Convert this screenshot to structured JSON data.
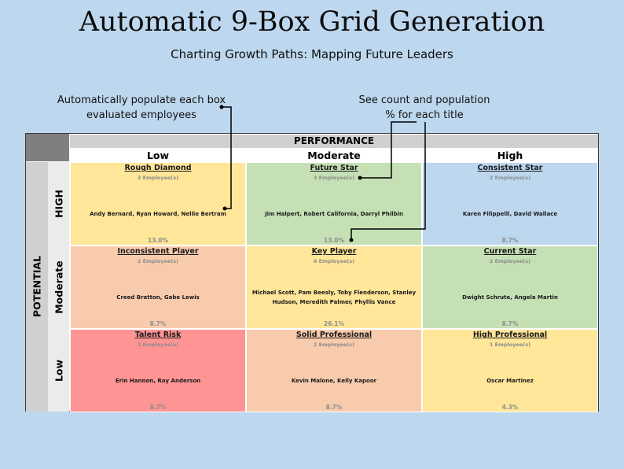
{
  "header": {
    "title": "Automatic 9-Box Grid Generation",
    "subtitle": "Charting Growth Paths: Mapping Future Leaders"
  },
  "callouts": {
    "left_line1": "Automatically populate each box",
    "left_line2": "evaluated employees",
    "right_line1": "See count and population",
    "right_line2": "% for each title"
  },
  "grid": {
    "performance_label": "PERFORMANCE",
    "potential_label": "POTENTIAL",
    "columns": [
      "Low",
      "Moderate",
      "High"
    ],
    "rows": [
      "HIGH",
      "Moderate",
      "Low"
    ],
    "cells": [
      {
        "title": "Rough Diamond",
        "count": "3 Employee(s)",
        "names": "Andy Bernard, Ryan Howard, Nellie Bertram",
        "pct": "13.0%",
        "color": "#ffe699"
      },
      {
        "title": "Future Star",
        "count": "3 Employee(s)",
        "names": "Jim Halpert, Robert California, Darryl Philbin",
        "pct": "13.0%",
        "color": "#c5e0b4"
      },
      {
        "title": "Consistent Star",
        "count": "2 Employee(s)",
        "names": "Karen Filippelli, David Wallace",
        "pct": "8.7%",
        "color": "#bdd7ee"
      },
      {
        "title": "Inconsistent Player",
        "count": "2 Employee(s)",
        "names": "Creed Bratton, Gabe Lewis",
        "pct": "8.7%",
        "color": "#f8cbad"
      },
      {
        "title": "Key Player",
        "count": "6 Employee(s)",
        "names": "Michael Scott, Pam Beesly, Toby Flenderson, Stanley Hudson, Meredith Palmer, Phyllis Vance",
        "pct": "26.1%",
        "color": "#ffe699"
      },
      {
        "title": "Current Star",
        "count": "2 Employee(s)",
        "names": "Dwight Schrute, Angela Martin",
        "pct": "8.7%",
        "color": "#c5e0b4"
      },
      {
        "title": "Talent Risk",
        "count": "2 Employee(s)",
        "names": "Erin Hannon, Roy Anderson",
        "pct": "8.7%",
        "color": "#ff9494"
      },
      {
        "title": "Solid Professional",
        "count": "2 Employee(s)",
        "names": "Kevin Malone, Kelly Kapoor",
        "pct": "8.7%",
        "color": "#f8cbad"
      },
      {
        "title": "High Professional",
        "count": "1 Employee(s)",
        "names": "Oscar Martinez",
        "pct": "4.3%",
        "color": "#ffe699"
      }
    ]
  }
}
